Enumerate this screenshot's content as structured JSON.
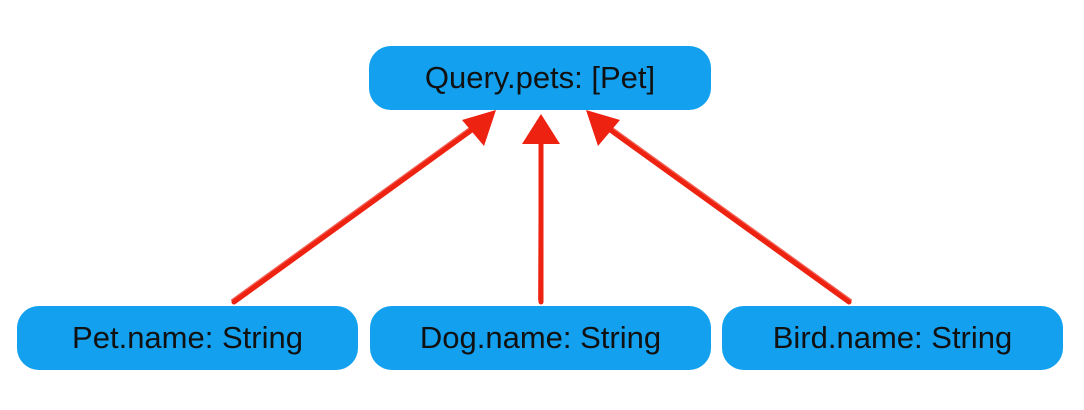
{
  "diagram": {
    "root": {
      "label": "Query.pets: [Pet]"
    },
    "children": [
      {
        "label": "Pet.name: String"
      },
      {
        "label": "Dog.name: String"
      },
      {
        "label": "Bird.name: String"
      }
    ],
    "colors": {
      "node_fill": "#12a0ef",
      "text": "#111111",
      "arrow": "#ee2211"
    }
  }
}
